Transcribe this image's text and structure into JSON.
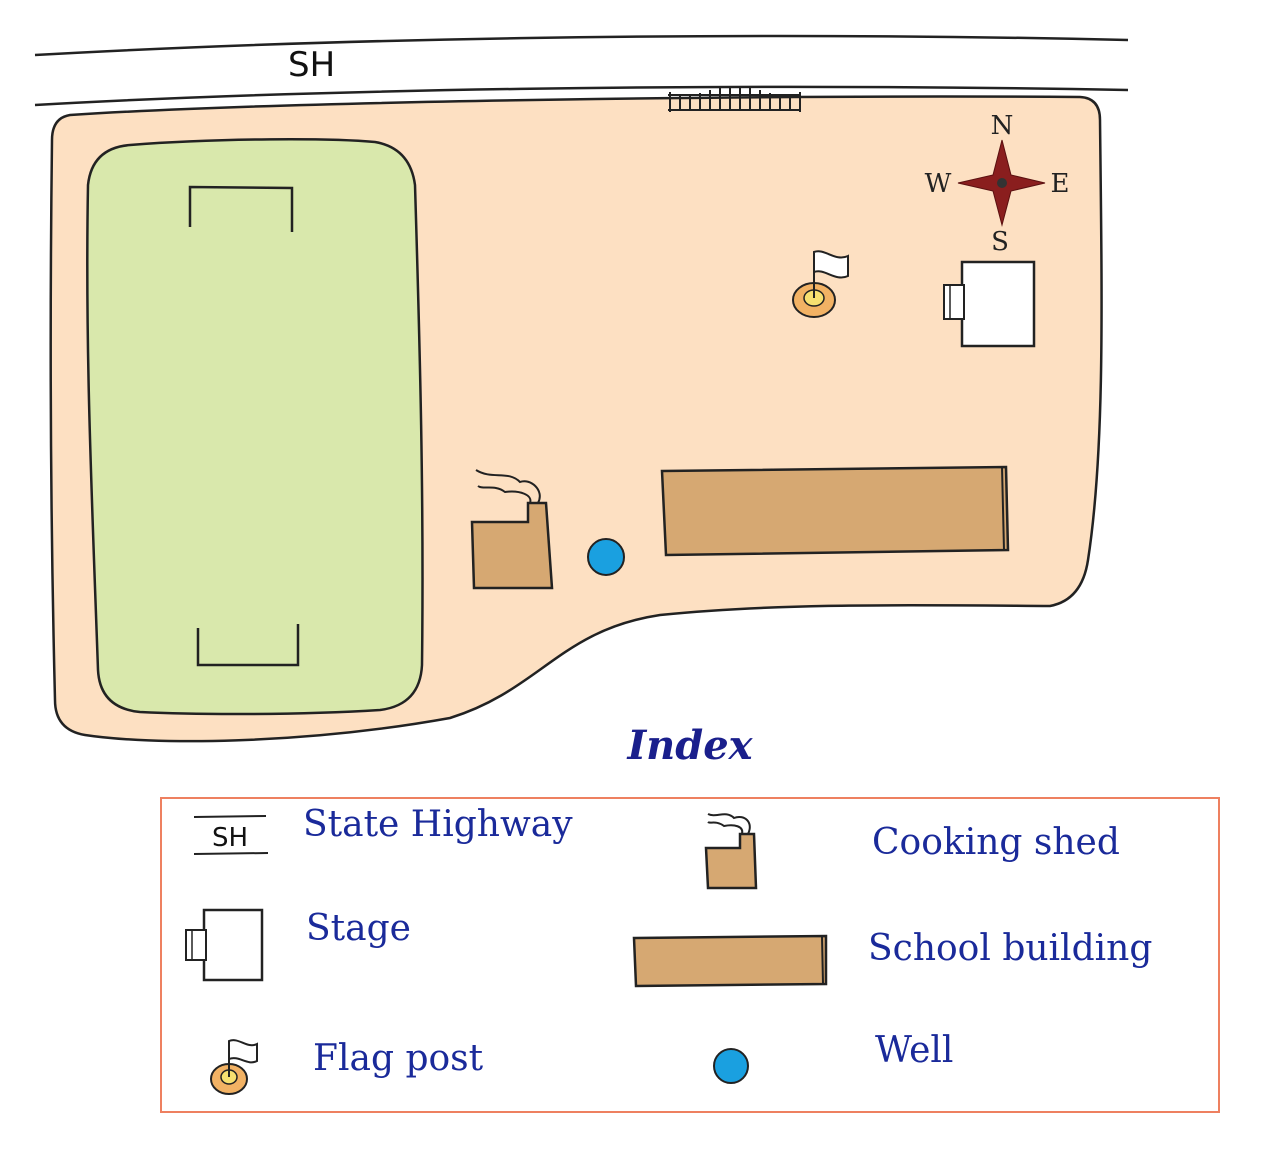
{
  "map": {
    "road_label": "SH",
    "compass": {
      "north": "N",
      "south": "S",
      "east": "E",
      "west": "W"
    }
  },
  "colors": {
    "ground": "#fde0c2",
    "field": "#d9e8ac",
    "building": "#d6a872",
    "well": "#1aa0e0",
    "compass": "#8a1e1e",
    "legend_border": "#ee8060",
    "legend_text": "#1a2a9a"
  },
  "legend": {
    "title": "Index",
    "items": [
      {
        "icon": "state-highway-icon",
        "label": "State Highway"
      },
      {
        "icon": "cooking-shed-icon",
        "label": "Cooking shed"
      },
      {
        "icon": "stage-icon",
        "label": "Stage"
      },
      {
        "icon": "school-building-icon",
        "label": "School building"
      },
      {
        "icon": "flag-post-icon",
        "label": "Flag post"
      },
      {
        "icon": "well-icon",
        "label": "Well"
      }
    ]
  }
}
